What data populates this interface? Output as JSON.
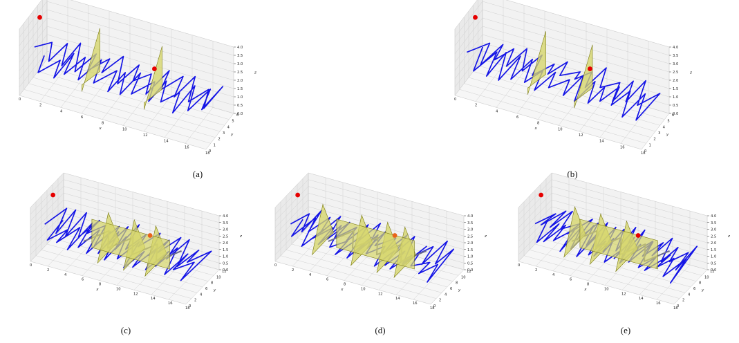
{
  "figure": {
    "panels": [
      {
        "caption": "(a)",
        "z_ticks": [
          "0.0",
          "0.5",
          "1.0",
          "1.5",
          "2.0",
          "2.5",
          "3.0",
          "3.5",
          "4.0"
        ],
        "x_ticks": [
          "0",
          "2",
          "4",
          "6",
          "8",
          "10",
          "12",
          "14",
          "16",
          "18"
        ],
        "y_ticks": [
          "0",
          "1",
          "2",
          "3",
          "4",
          "5",
          "6"
        ],
        "xlabel": "x",
        "ylabel": "y",
        "zlabel": "z"
      },
      {
        "caption": "(b)",
        "z_ticks": [
          "0.0",
          "0.5",
          "1.0",
          "1.5",
          "2.0",
          "2.5",
          "3.0",
          "3.5",
          "4.0"
        ],
        "x_ticks": [
          "0",
          "2",
          "4",
          "6",
          "8",
          "10",
          "12",
          "14",
          "16",
          "18"
        ],
        "y_ticks": [
          "0",
          "1",
          "2",
          "3",
          "4",
          "5",
          "6"
        ],
        "xlabel": "x",
        "ylabel": "y",
        "zlabel": "z"
      },
      {
        "caption": "(c)",
        "z_ticks": [
          "0.0",
          "0.5",
          "1.0",
          "1.5",
          "2.0",
          "2.5",
          "3.0",
          "3.5",
          "4.0"
        ],
        "x_ticks": [
          "0",
          "2",
          "4",
          "6",
          "8",
          "10",
          "12",
          "14",
          "16",
          "18"
        ],
        "y_ticks": [
          "0",
          "2",
          "4",
          "6",
          "8",
          "10",
          "12"
        ],
        "xlabel": "x",
        "ylabel": "y",
        "zlabel": "z"
      },
      {
        "caption": "(d)",
        "z_ticks": [
          "0.0",
          "0.5",
          "1.0",
          "1.5",
          "2.0",
          "2.5",
          "3.0",
          "3.5",
          "4.0"
        ],
        "x_ticks": [
          "0",
          "2",
          "4",
          "6",
          "8",
          "10",
          "12",
          "14",
          "16",
          "18"
        ],
        "y_ticks": [
          "0",
          "2",
          "4",
          "6",
          "8",
          "10",
          "12"
        ],
        "xlabel": "x",
        "ylabel": "y",
        "zlabel": "z"
      },
      {
        "caption": "(e)",
        "z_ticks": [
          "0.0",
          "0.5",
          "1.0",
          "1.5",
          "2.0",
          "2.5",
          "3.0",
          "3.5",
          "4.0"
        ],
        "x_ticks": [
          "0",
          "2",
          "4",
          "6",
          "8",
          "10",
          "12",
          "14",
          "16",
          "18"
        ],
        "y_ticks": [
          "0",
          "2",
          "4",
          "6",
          "8",
          "10",
          "12"
        ],
        "xlabel": "x",
        "ylabel": "y",
        "zlabel": "z"
      }
    ]
  },
  "colors": {
    "trajectory": "#1515e6",
    "overlap": "#6b6b8c",
    "plane_fill": "#d6d66a",
    "plane_edge": "#7a7a10",
    "marker": "#e60000",
    "grid": "#d0d0d0",
    "pane": "#f2f2f2"
  }
}
